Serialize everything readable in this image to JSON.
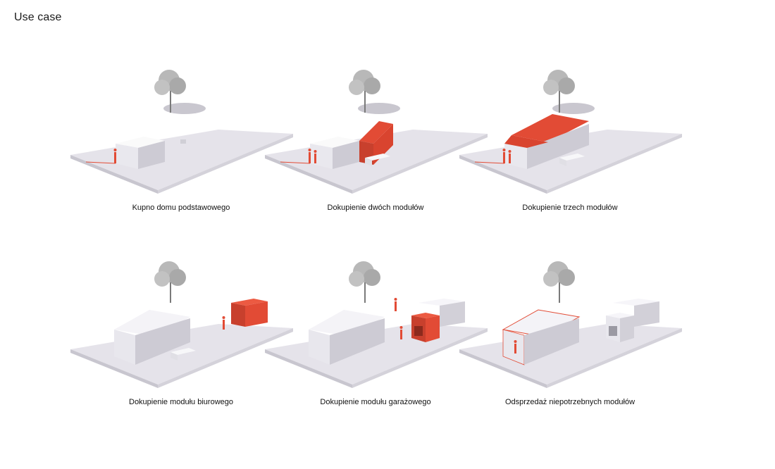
{
  "header": {
    "title": "Use case"
  },
  "colors": {
    "accent": "#e24b35",
    "plate": "#dedce3",
    "building": "#f1f0f4"
  },
  "scenarios": [
    {
      "caption": "Kupno domu podstawowego",
      "icon": "base-house-icon"
    },
    {
      "caption": "Dokupienie dwóch modułów",
      "icon": "two-modules-icon"
    },
    {
      "caption": "Dokupienie trzech modułów",
      "icon": "three-modules-icon"
    },
    {
      "caption": "Dokupienie modułu biurowego",
      "icon": "office-module-icon"
    },
    {
      "caption": "Dokupienie modułu garażowego",
      "icon": "garage-module-icon"
    },
    {
      "caption": "Odsprzedaż niepotrzebnych modułów",
      "icon": "sell-modules-icon"
    }
  ]
}
